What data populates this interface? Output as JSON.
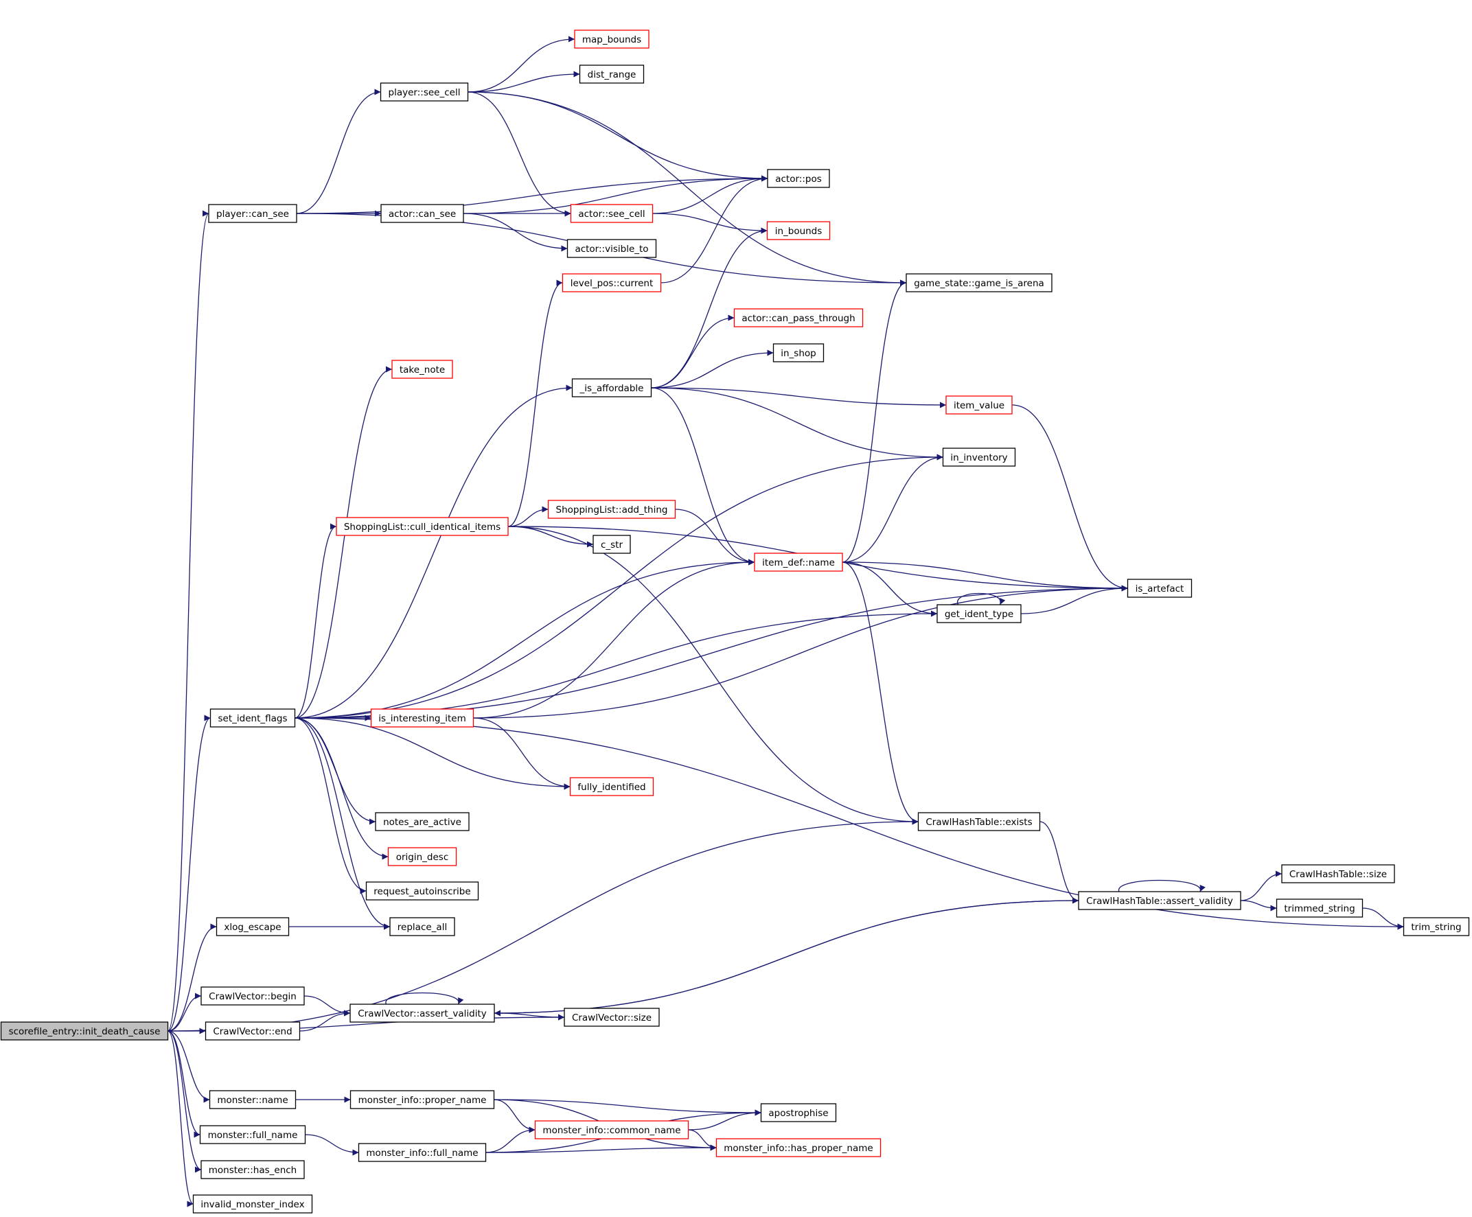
{
  "graph": {
    "edge_color": "#191970",
    "root_fill": "#bfbfbf",
    "undocumented_border": "#ff0000",
    "nodes": [
      {
        "id": "root",
        "label": "scorefile_entry::init_death_cause",
        "style": "root"
      },
      {
        "id": "can_see_p",
        "label": "player::can_see",
        "style": "black"
      },
      {
        "id": "see_cell_p",
        "label": "player::see_cell",
        "style": "black"
      },
      {
        "id": "map_bounds",
        "label": "map_bounds",
        "style": "red"
      },
      {
        "id": "dist_range",
        "label": "dist_range",
        "style": "black"
      },
      {
        "id": "actor_pos",
        "label": "actor::pos",
        "style": "black"
      },
      {
        "id": "actor_can_see",
        "label": "actor::can_see",
        "style": "black"
      },
      {
        "id": "actor_see_cell",
        "label": "actor::see_cell",
        "style": "red"
      },
      {
        "id": "in_bounds",
        "label": "in_bounds",
        "style": "red"
      },
      {
        "id": "actor_visible",
        "label": "actor::visible_to",
        "style": "black"
      },
      {
        "id": "level_pos",
        "label": "level_pos::current",
        "style": "red"
      },
      {
        "id": "game_arena",
        "label": "game_state::game_is_arena",
        "style": "black"
      },
      {
        "id": "can_pass",
        "label": "actor::can_pass_through",
        "style": "red"
      },
      {
        "id": "in_shop",
        "label": "in_shop",
        "style": "black"
      },
      {
        "id": "take_note",
        "label": "take_note",
        "style": "red"
      },
      {
        "id": "is_affordable",
        "label": "_is_affordable",
        "style": "black"
      },
      {
        "id": "item_value",
        "label": "item_value",
        "style": "red"
      },
      {
        "id": "in_inventory",
        "label": "in_inventory",
        "style": "black"
      },
      {
        "id": "cull",
        "label": "ShoppingList::cull_identical_items",
        "style": "red"
      },
      {
        "id": "add_thing",
        "label": "ShoppingList::add_thing",
        "style": "red"
      },
      {
        "id": "c_str",
        "label": "c_str",
        "style": "black"
      },
      {
        "id": "item_name",
        "label": "item_def::name",
        "style": "red"
      },
      {
        "id": "is_artefact",
        "label": "is_artefact",
        "style": "black"
      },
      {
        "id": "get_ident",
        "label": "get_ident_type",
        "style": "black"
      },
      {
        "id": "set_ident",
        "label": "set_ident_flags",
        "style": "black"
      },
      {
        "id": "is_interesting",
        "label": "is_interesting_item",
        "style": "red"
      },
      {
        "id": "fully_id",
        "label": "fully_identified",
        "style": "red"
      },
      {
        "id": "notes_active",
        "label": "notes_are_active",
        "style": "black"
      },
      {
        "id": "origin_desc",
        "label": "origin_desc",
        "style": "red"
      },
      {
        "id": "req_auto",
        "label": "request_autoinscribe",
        "style": "black"
      },
      {
        "id": "xlog",
        "label": "xlog_escape",
        "style": "black"
      },
      {
        "id": "replace_all",
        "label": "replace_all",
        "style": "black"
      },
      {
        "id": "cht_exists",
        "label": "CrawlHashTable::exists",
        "style": "black"
      },
      {
        "id": "cht_assert",
        "label": "CrawlHashTable::assert_validity",
        "style": "black"
      },
      {
        "id": "cht_size",
        "label": "CrawlHashTable::size",
        "style": "black"
      },
      {
        "id": "trimmed",
        "label": "trimmed_string",
        "style": "black"
      },
      {
        "id": "trim",
        "label": "trim_string",
        "style": "black"
      },
      {
        "id": "cv_begin",
        "label": "CrawlVector::begin",
        "style": "black"
      },
      {
        "id": "cv_end",
        "label": "CrawlVector::end",
        "style": "black"
      },
      {
        "id": "cv_assert",
        "label": "CrawlVector::assert_validity",
        "style": "black"
      },
      {
        "id": "cv_size",
        "label": "CrawlVector::size",
        "style": "black"
      },
      {
        "id": "m_name",
        "label": "monster::name",
        "style": "black"
      },
      {
        "id": "mi_proper",
        "label": "monster_info::proper_name",
        "style": "black"
      },
      {
        "id": "apostrophise",
        "label": "apostrophise",
        "style": "black"
      },
      {
        "id": "mi_common",
        "label": "monster_info::common_name",
        "style": "red"
      },
      {
        "id": "mi_has_proper",
        "label": "monster_info::has_proper_name",
        "style": "red"
      },
      {
        "id": "m_full",
        "label": "monster::full_name",
        "style": "black"
      },
      {
        "id": "mi_full",
        "label": "monster_info::full_name",
        "style": "black"
      },
      {
        "id": "m_has_ench",
        "label": "monster::has_ench",
        "style": "black"
      },
      {
        "id": "invalid_idx",
        "label": "invalid_monster_index",
        "style": "black"
      }
    ],
    "edges": [
      [
        "root",
        "can_see_p"
      ],
      [
        "root",
        "set_ident"
      ],
      [
        "root",
        "xlog"
      ],
      [
        "root",
        "cht_exists"
      ],
      [
        "root",
        "cv_begin"
      ],
      [
        "root",
        "cv_end"
      ],
      [
        "root",
        "cv_size"
      ],
      [
        "root",
        "m_name"
      ],
      [
        "root",
        "m_full"
      ],
      [
        "root",
        "m_has_ench"
      ],
      [
        "root",
        "invalid_idx"
      ],
      [
        "can_see_p",
        "see_cell_p"
      ],
      [
        "can_see_p",
        "actor_pos"
      ],
      [
        "can_see_p",
        "actor_can_see"
      ],
      [
        "can_see_p",
        "game_arena"
      ],
      [
        "see_cell_p",
        "map_bounds"
      ],
      [
        "see_cell_p",
        "dist_range"
      ],
      [
        "see_cell_p",
        "actor_pos"
      ],
      [
        "see_cell_p",
        "actor_see_cell"
      ],
      [
        "see_cell_p",
        "game_arena"
      ],
      [
        "actor_can_see",
        "actor_pos"
      ],
      [
        "actor_can_see",
        "actor_see_cell"
      ],
      [
        "actor_can_see",
        "actor_visible"
      ],
      [
        "actor_see_cell",
        "actor_pos"
      ],
      [
        "actor_see_cell",
        "in_bounds"
      ],
      [
        "level_pos",
        "actor_pos"
      ],
      [
        "is_affordable",
        "in_bounds"
      ],
      [
        "is_affordable",
        "can_pass"
      ],
      [
        "is_affordable",
        "in_shop"
      ],
      [
        "is_affordable",
        "item_value"
      ],
      [
        "is_affordable",
        "in_inventory"
      ],
      [
        "is_affordable",
        "item_name"
      ],
      [
        "item_value",
        "is_artefact"
      ],
      [
        "cull",
        "level_pos"
      ],
      [
        "cull",
        "add_thing"
      ],
      [
        "cull",
        "c_str"
      ],
      [
        "cull",
        "is_artefact"
      ],
      [
        "cull",
        "cht_exists"
      ],
      [
        "add_thing",
        "item_name"
      ],
      [
        "item_name",
        "game_arena"
      ],
      [
        "item_name",
        "in_inventory"
      ],
      [
        "item_name",
        "is_artefact"
      ],
      [
        "item_name",
        "get_ident"
      ],
      [
        "item_name",
        "cht_exists"
      ],
      [
        "get_ident",
        "is_artefact"
      ],
      [
        "get_ident",
        "get_ident"
      ],
      [
        "set_ident",
        "take_note"
      ],
      [
        "set_ident",
        "is_affordable"
      ],
      [
        "set_ident",
        "in_inventory"
      ],
      [
        "set_ident",
        "cull"
      ],
      [
        "set_ident",
        "item_name"
      ],
      [
        "set_ident",
        "get_ident"
      ],
      [
        "set_ident",
        "is_artefact"
      ],
      [
        "set_ident",
        "is_interesting"
      ],
      [
        "set_ident",
        "fully_id"
      ],
      [
        "set_ident",
        "notes_active"
      ],
      [
        "set_ident",
        "origin_desc"
      ],
      [
        "set_ident",
        "req_auto"
      ],
      [
        "set_ident",
        "replace_all"
      ],
      [
        "set_ident",
        "trim"
      ],
      [
        "is_interesting",
        "item_name"
      ],
      [
        "is_interesting",
        "is_artefact"
      ],
      [
        "is_interesting",
        "fully_id"
      ],
      [
        "xlog",
        "replace_all"
      ],
      [
        "cht_exists",
        "cht_assert"
      ],
      [
        "cht_assert",
        "cht_assert"
      ],
      [
        "cht_assert",
        "cht_size"
      ],
      [
        "cht_assert",
        "trimmed"
      ],
      [
        "cht_assert",
        "cv_assert"
      ],
      [
        "trimmed",
        "trim"
      ],
      [
        "cv_begin",
        "cv_assert"
      ],
      [
        "cv_end",
        "cv_assert"
      ],
      [
        "cv_assert",
        "cv_assert"
      ],
      [
        "cv_assert",
        "cv_size"
      ],
      [
        "cv_assert",
        "cht_assert"
      ],
      [
        "m_name",
        "mi_proper"
      ],
      [
        "mi_proper",
        "apostrophise"
      ],
      [
        "mi_proper",
        "mi_common"
      ],
      [
        "mi_proper",
        "mi_has_proper"
      ],
      [
        "mi_common",
        "apostrophise"
      ],
      [
        "mi_common",
        "mi_has_proper"
      ],
      [
        "m_full",
        "mi_full"
      ],
      [
        "mi_full",
        "mi_common"
      ],
      [
        "mi_full",
        "apostrophise"
      ],
      [
        "mi_full",
        "mi_has_proper"
      ]
    ]
  }
}
